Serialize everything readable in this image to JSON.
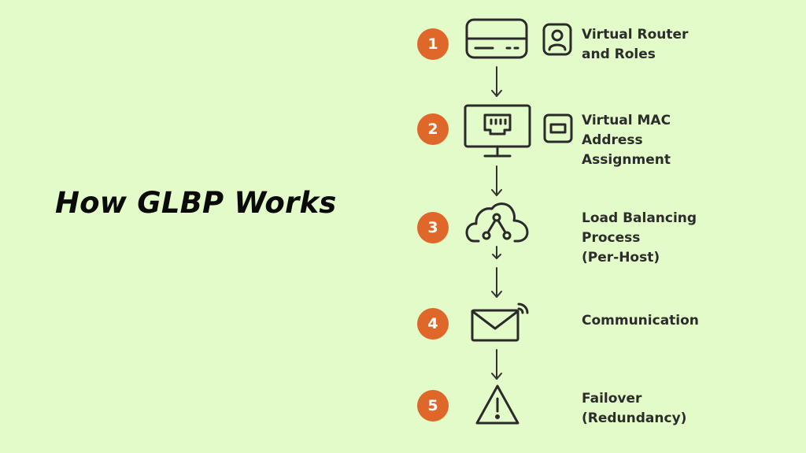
{
  "title": "How GLBP Works",
  "accent_color": "#e0672a",
  "steps": [
    {
      "number": "1",
      "icon": "router-icon",
      "side_icon": "user-role-icon",
      "lines": [
        "Virtual Router",
        "and Roles"
      ]
    },
    {
      "number": "2",
      "icon": "monitor-port-icon",
      "side_icon": "mac-address-icon",
      "lines": [
        "Virtual MAC",
        "Address",
        "Assignment"
      ]
    },
    {
      "number": "3",
      "icon": "cloud-network-icon",
      "lines": [
        "Load Balancing",
        "Process",
        "(Per-Host)"
      ]
    },
    {
      "number": "4",
      "icon": "mail-signal-icon",
      "lines": [
        "Communication"
      ]
    },
    {
      "number": "5",
      "icon": "warning-icon",
      "lines": [
        "Failover",
        "(Redundancy)"
      ]
    }
  ]
}
